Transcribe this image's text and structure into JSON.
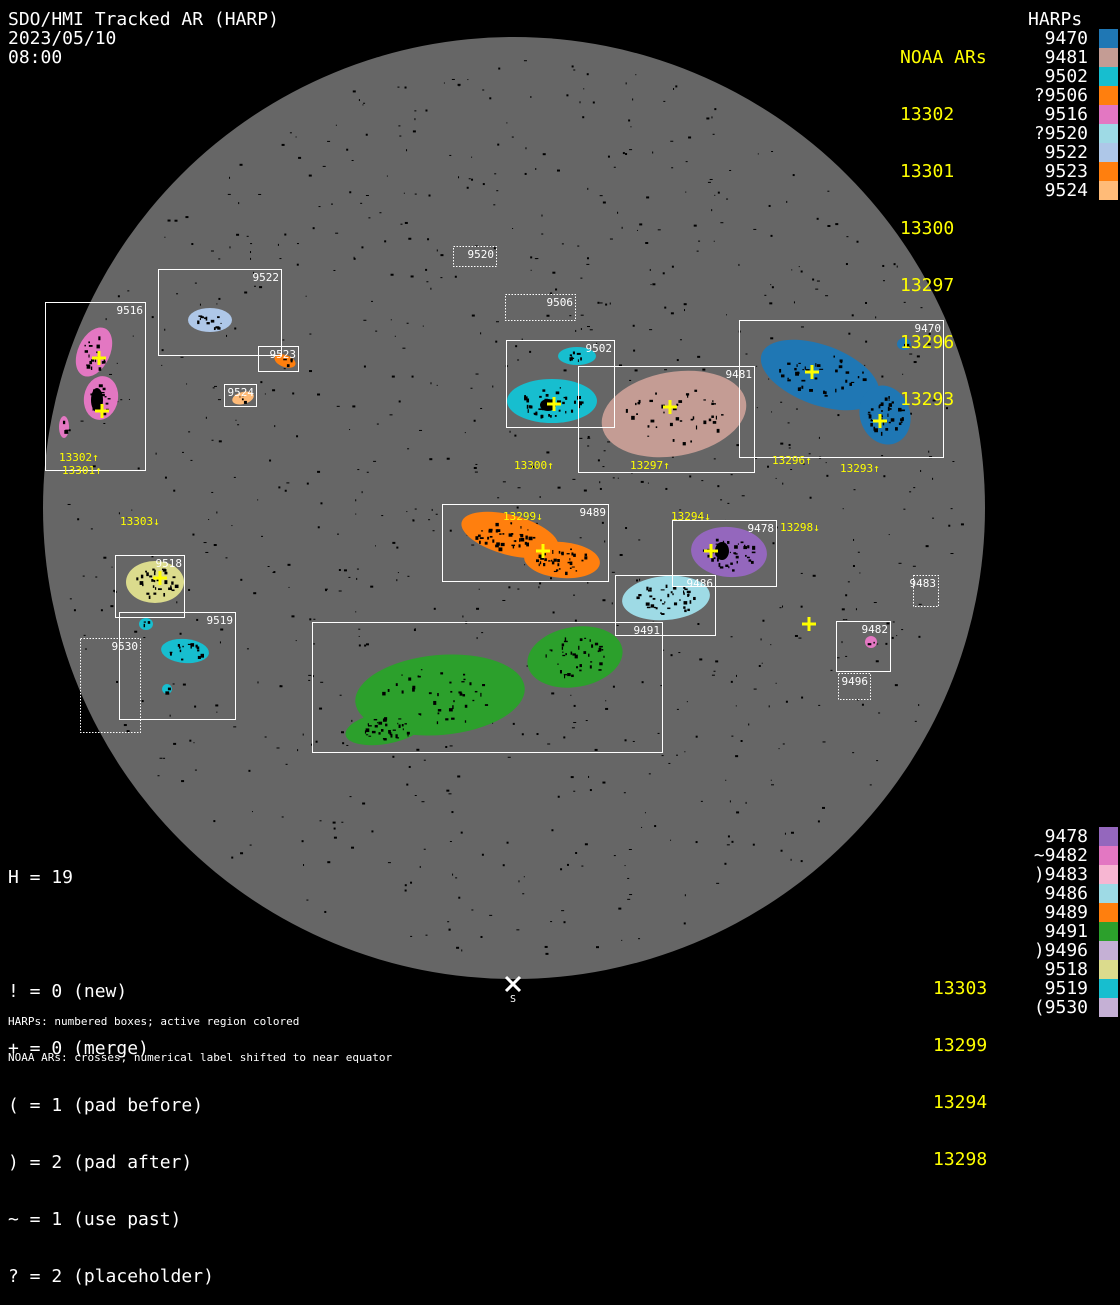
{
  "header": {
    "title": "SDO/HMI Tracked AR (HARP)",
    "date": "2023/05/10",
    "time": "08:00"
  },
  "legend_top": {
    "noaa_title": "NOAA ARs",
    "harp_title": "HARPs",
    "noaa": [
      "13302",
      "13301",
      "13300",
      "13297",
      "13296",
      "13293"
    ],
    "harps": [
      {
        "label": "9470",
        "color": "#1f77b4"
      },
      {
        "label": "9481",
        "color": "#c49c94"
      },
      {
        "label": "9502",
        "color": "#17becf"
      },
      {
        "label": "?9506",
        "color": "#ff7f0e"
      },
      {
        "label": "9516",
        "color": "#e377c2"
      },
      {
        "label": "?9520",
        "color": "#9edae5"
      },
      {
        "label": "9522",
        "color": "#aec7e8"
      },
      {
        "label": "9523",
        "color": "#ff7f0e"
      },
      {
        "label": "9524",
        "color": "#ffbb78"
      }
    ]
  },
  "legend_bottom": {
    "noaa": [
      "13303",
      "13299",
      "13294",
      "13298"
    ],
    "harps": [
      {
        "label": "9478",
        "color": "#9467bd"
      },
      {
        "label": "~9482",
        "color": "#e377c2"
      },
      {
        "label": ")9483",
        "color": "#f7b6d2"
      },
      {
        "label": "9486",
        "color": "#9edae5"
      },
      {
        "label": "9489",
        "color": "#ff7f0e"
      },
      {
        "label": "9491",
        "color": "#2ca02c"
      },
      {
        "label": ")9496",
        "color": "#c5b0d5"
      },
      {
        "label": "9518",
        "color": "#dbdb8d"
      },
      {
        "label": "9519",
        "color": "#17becf"
      },
      {
        "label": "(9530",
        "color": "#c5b0d5"
      }
    ]
  },
  "stats": {
    "h": "H = 19",
    "lines": [
      "! = 0 (new)",
      "+ = 0 (merge)",
      "( = 1 (pad before)",
      ") = 2 (pad after)",
      "~ = 1 (use past)",
      "? = 2 (placeholder)"
    ]
  },
  "footer": [
    "HARPs: numbered boxes; active region colored",
    "NOAA ARs: crosses; numerical label shifted to near equator"
  ],
  "south_label": "S",
  "disk_harp_labels": [
    "9520",
    "9506",
    "9522",
    "9516",
    "9523",
    "9524",
    "9502",
    "9481",
    "9470",
    "9489",
    "9478",
    "9486",
    "9518",
    "9519",
    "9530",
    "9491",
    "9483",
    "9482",
    "9496"
  ],
  "disk_noaa_labels": [
    "13302↑",
    "13301↑",
    "13300↑",
    "13297↑",
    "13296↑",
    "13293↑",
    "13303↓",
    "13299↓",
    "13294↓",
    "13298↓"
  ]
}
